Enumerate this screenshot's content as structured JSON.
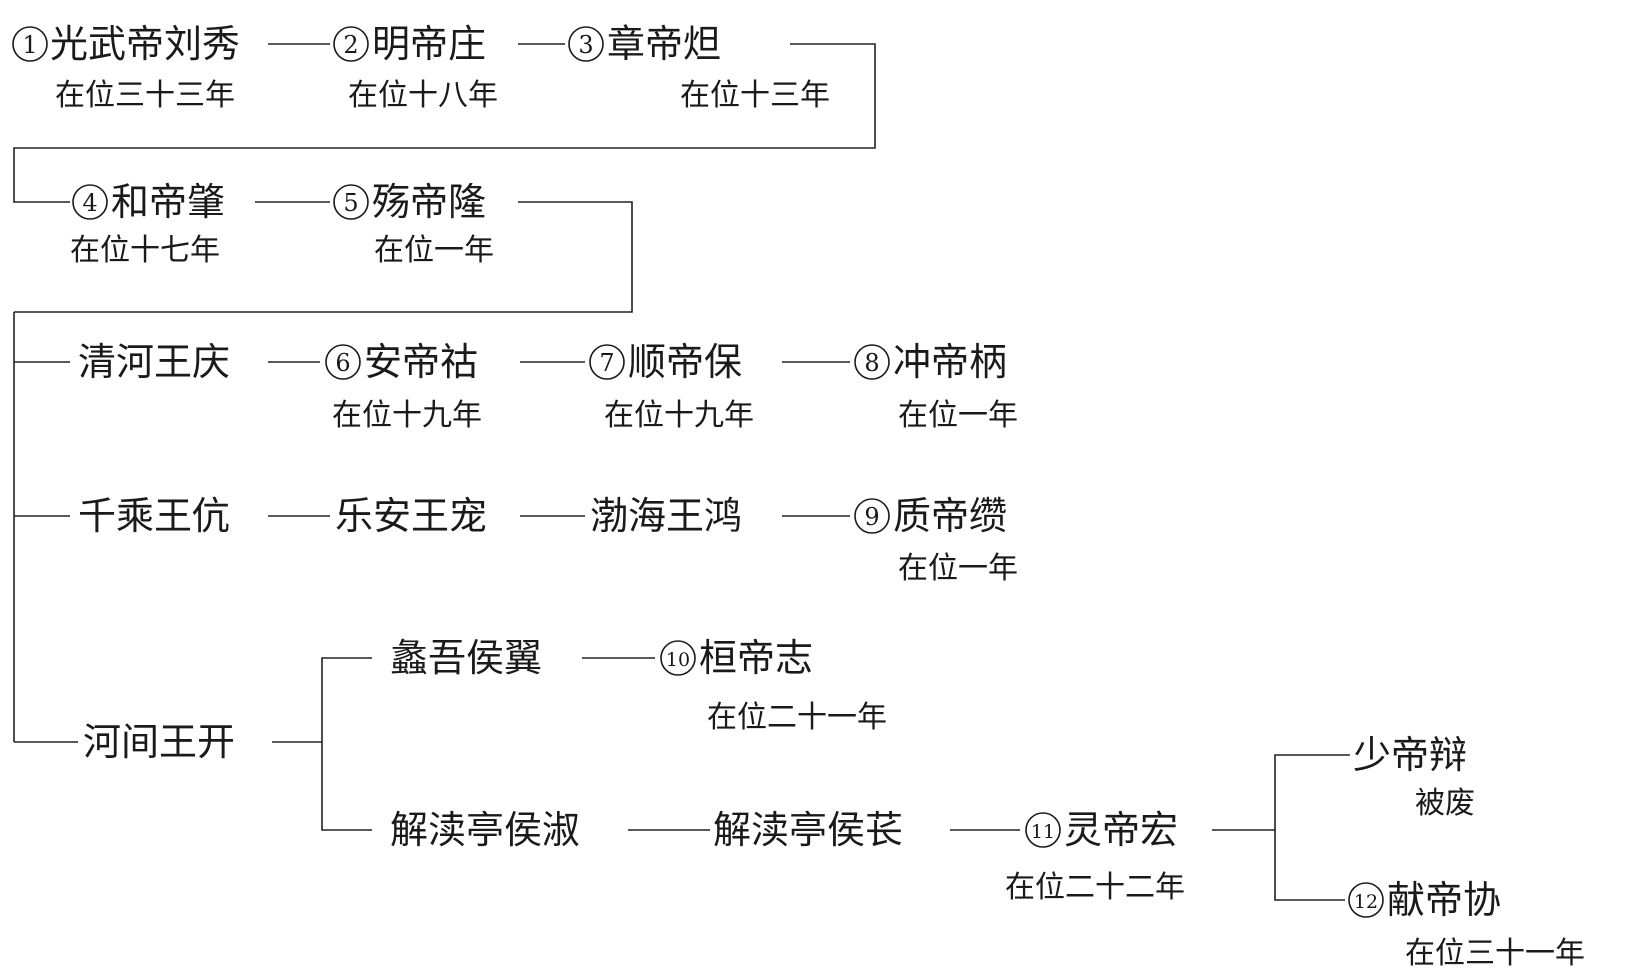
{
  "nodes": {
    "guangwu": {
      "num": "1",
      "name": "光武帝刘秀",
      "reign": "在位三十三年"
    },
    "ming": {
      "num": "2",
      "name": "明帝庄",
      "reign": "在位十八年"
    },
    "zhang": {
      "num": "3",
      "name": "章帝炟",
      "reign": "在位十三年"
    },
    "he": {
      "num": "4",
      "name": "和帝肇",
      "reign": "在位十七年"
    },
    "shang": {
      "num": "5",
      "name": "殇帝隆",
      "reign": "在位一年"
    },
    "qinghe": {
      "name": "清河王庆"
    },
    "an": {
      "num": "6",
      "name": "安帝祜",
      "reign": "在位十九年"
    },
    "shun": {
      "num": "7",
      "name": "顺帝保",
      "reign": "在位十九年"
    },
    "chong": {
      "num": "8",
      "name": "冲帝柄",
      "reign": "在位一年"
    },
    "qiancheng": {
      "name": "千乘王伉"
    },
    "lean": {
      "name": "乐安王宠"
    },
    "bohai": {
      "name": "渤海王鸿"
    },
    "zhi": {
      "num": "9",
      "name": "质帝缵",
      "reign": "在位一年"
    },
    "hejian": {
      "name": "河间王开"
    },
    "liwu": {
      "name": "蠡吾侯翼"
    },
    "huan": {
      "num": "10",
      "name": "桓帝志",
      "reign": "在位二十一年"
    },
    "jiedu_shu": {
      "name": "解渎亭侯淑"
    },
    "jiedu_chang": {
      "name": "解渎亭侯苌"
    },
    "ling": {
      "num": "11",
      "name": "灵帝宏",
      "reign": "在位二十二年"
    },
    "shao": {
      "name": "少帝辩",
      "reign": "被废"
    },
    "xian": {
      "num": "12",
      "name": "献帝协",
      "reign": "在位三十一年"
    }
  }
}
